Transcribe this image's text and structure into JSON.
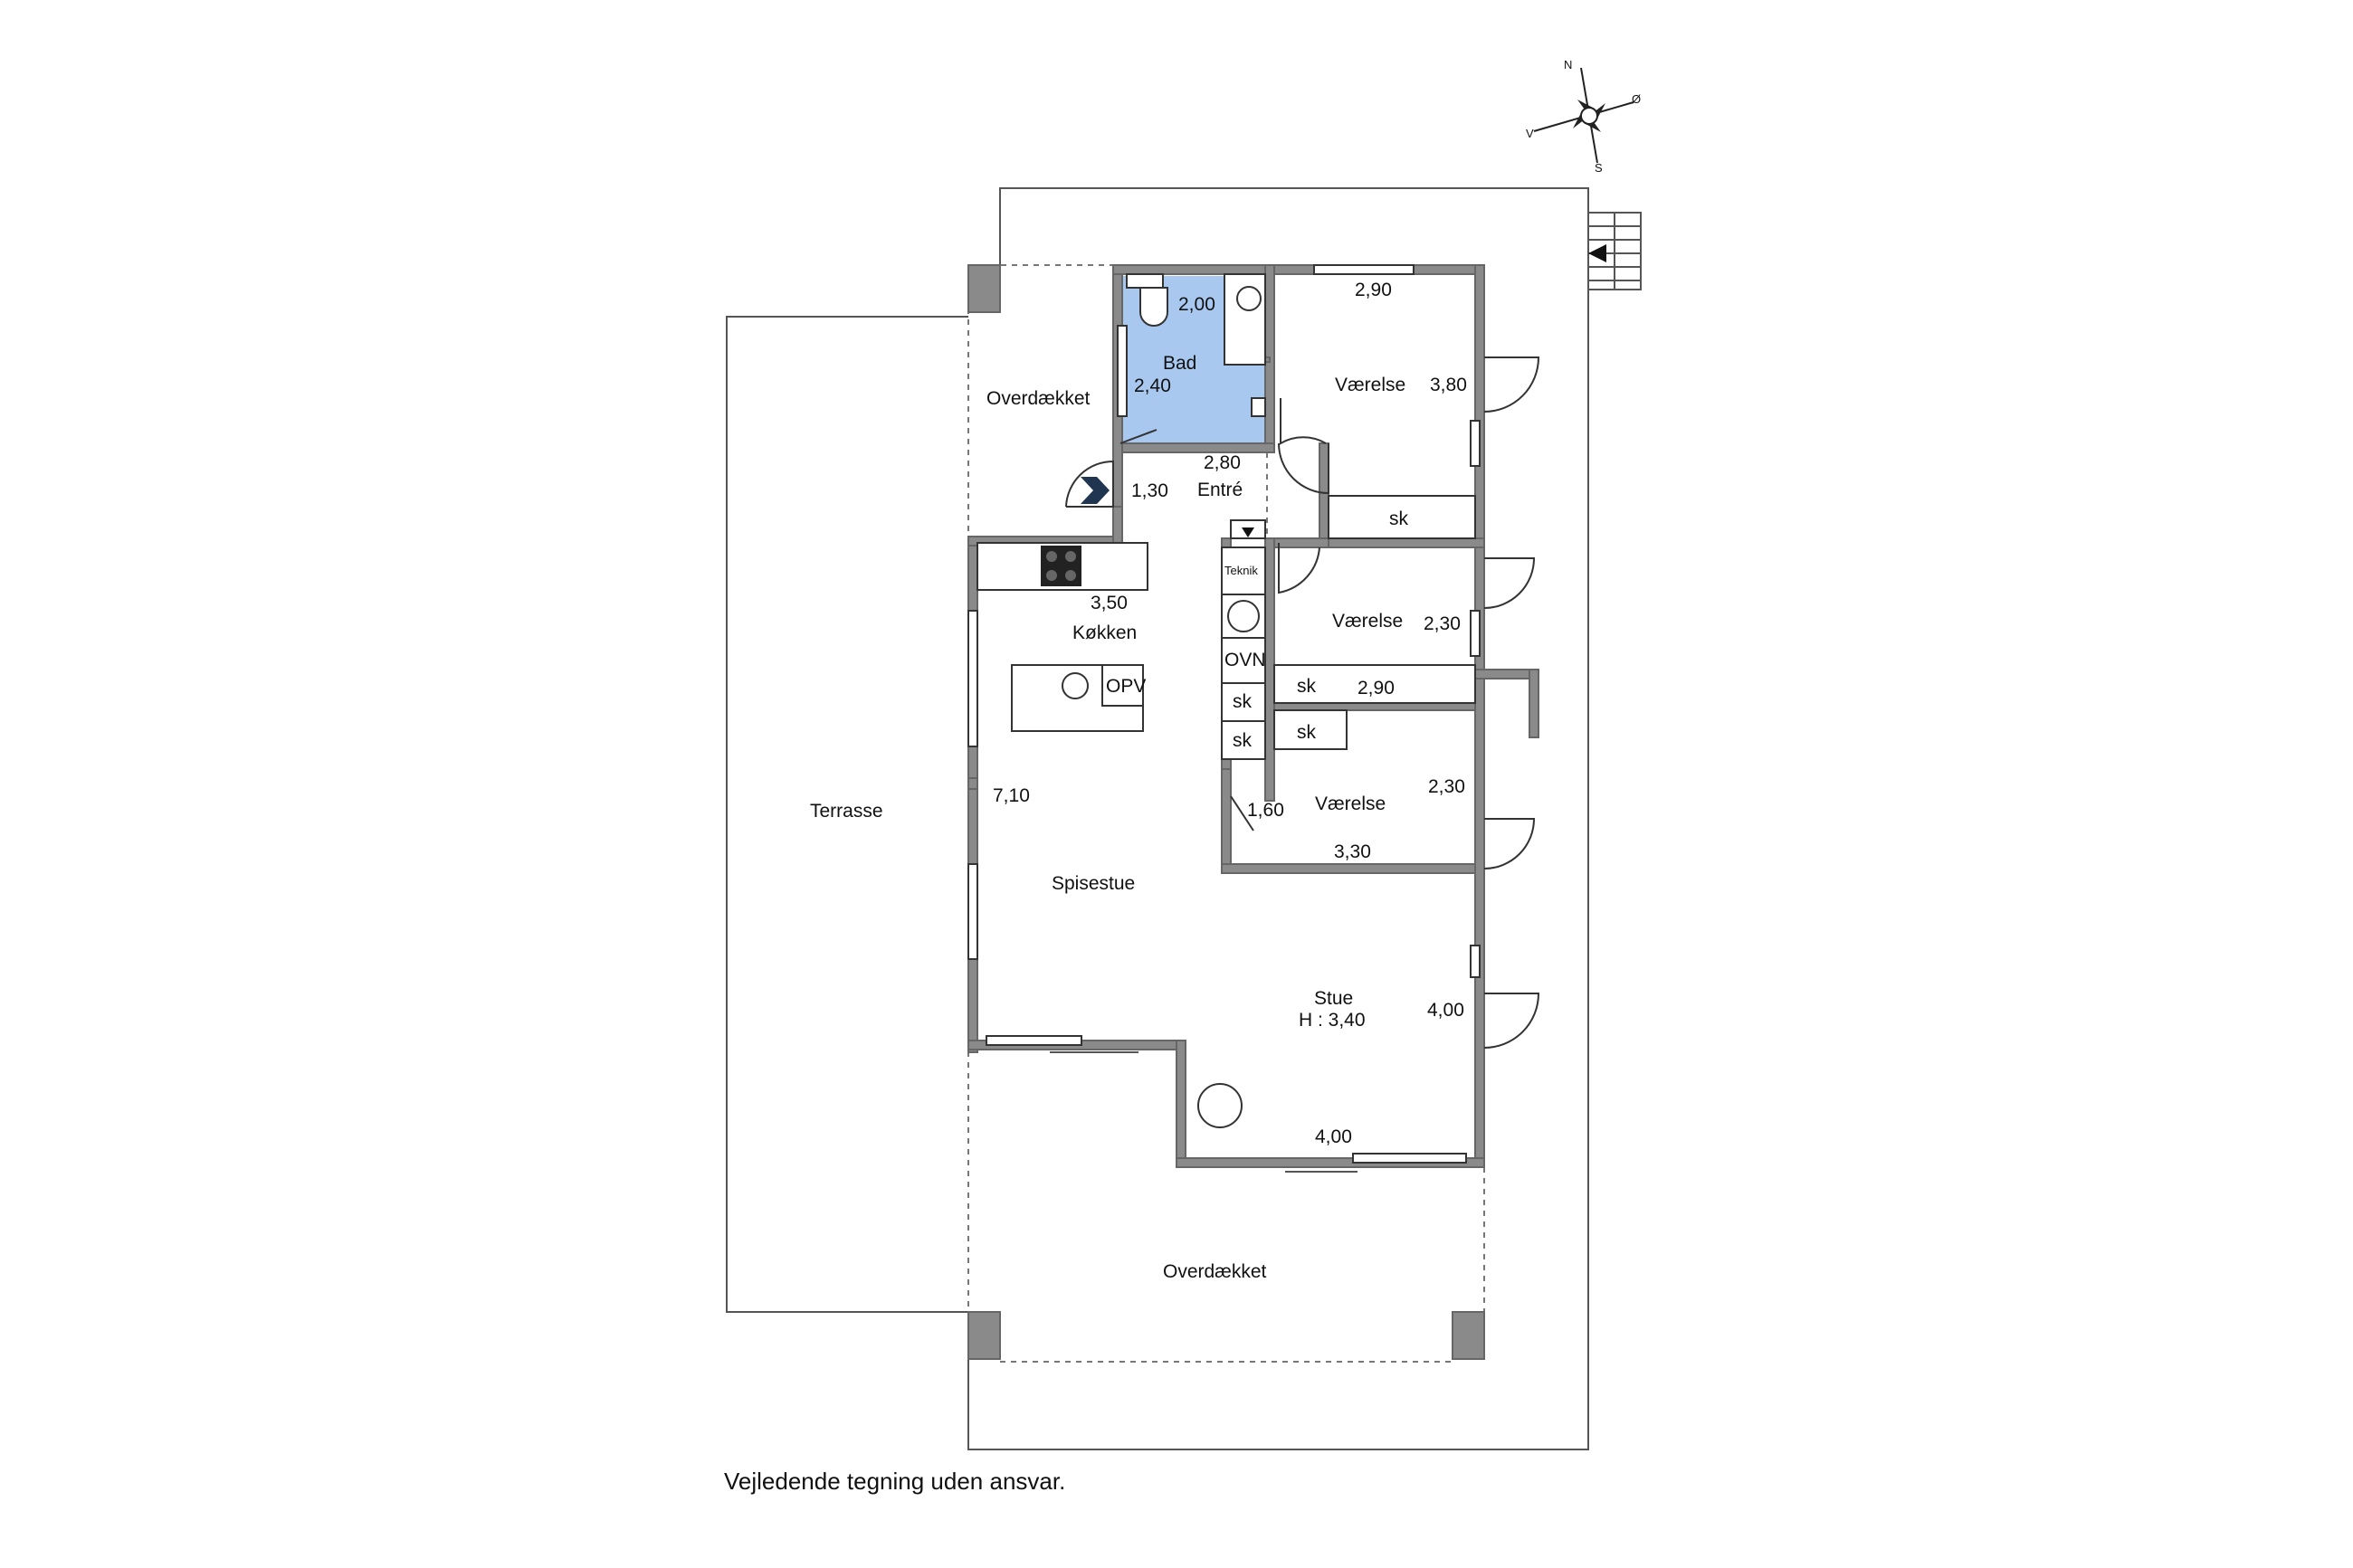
{
  "compass": {
    "n": "N",
    "s": "S",
    "v": "V",
    "o": "Ø"
  },
  "rooms": {
    "bad": {
      "label": "Bad",
      "dim1": "2,00",
      "dim2": "2,40"
    },
    "vaerelse1": {
      "label": "Værelse",
      "dim1": "2,90",
      "dim2": "3,80",
      "closet": "sk"
    },
    "entre": {
      "label": "Entré",
      "dim1": "2,80",
      "dim2": "1,30"
    },
    "overdaekket_top": {
      "label": "Overdækket"
    },
    "overdaekket_bottom": {
      "label": "Overdækket"
    },
    "koekken": {
      "label": "Køkken",
      "dim1": "3,50",
      "appliance": "OPV"
    },
    "terrasse": {
      "label": "Terrasse"
    },
    "spisestue": {
      "label": "Spisestue",
      "dim1": "7,10"
    },
    "teknik": {
      "label": "Teknik",
      "oven": "OVN",
      "closet1": "sk",
      "closet2": "sk"
    },
    "vaerelse2": {
      "label": "Værelse",
      "dim1": "2,30",
      "dim2": "2,90",
      "closet": "sk"
    },
    "vaerelse3": {
      "label": "Værelse",
      "dim1": "2,30",
      "dim2": "3,30",
      "dim3": "1,60",
      "closet": "sk"
    },
    "stue": {
      "label": "Stue",
      "height": "H : 3,40",
      "dim1": "4,00",
      "dim2": "4,00"
    }
  },
  "colors": {
    "bathroom": "#a9c8f0",
    "walls": "#8a8a8a",
    "entry_arrow": "#1f3550"
  },
  "disclaimer": "Vejledende tegning uden ansvar."
}
